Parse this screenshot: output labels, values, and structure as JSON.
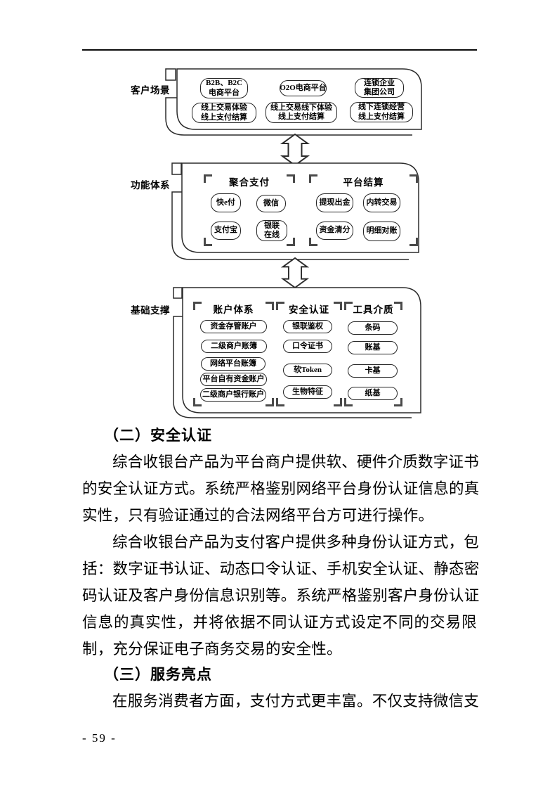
{
  "diagram": {
    "scene": {
      "label": "客户场景",
      "row1": [
        {
          "l1": "B2B、B2C",
          "l2": "电商平台"
        },
        {
          "l1": "O2O电商平台"
        },
        {
          "l1": "连锁企业",
          "l2": "集团公司"
        }
      ],
      "row2": [
        {
          "l1": "线上交易体验",
          "l2": "线上支付结算"
        },
        {
          "l1": "线上交易线下体验",
          "l2": "线上支付结算"
        },
        {
          "l1": "线下连锁经营",
          "l2": "线上支付结算"
        }
      ]
    },
    "function": {
      "label": "功能体系",
      "groups": [
        {
          "title": "聚合支付",
          "items": [
            {
              "l1": "快e付"
            },
            {
              "l1": "微信"
            },
            {
              "l1": "支付宝"
            },
            {
              "l1": "银联",
              "l2": "在线"
            }
          ]
        },
        {
          "title": "平台结算",
          "items": [
            {
              "l1": "提现出金"
            },
            {
              "l1": "内转交易"
            },
            {
              "l1": "资金清分"
            },
            {
              "l1": "明细对账"
            }
          ]
        }
      ]
    },
    "foundation": {
      "label": "基础支撑",
      "groups": [
        {
          "title": "账户体系",
          "items": [
            {
              "l1": "资金存管账户"
            },
            {
              "l1": "二级商户账簿"
            },
            {
              "l1": "网络平台账簿"
            },
            {
              "l1": "平台自有资金账户"
            },
            {
              "l1": "二级商户银行账户"
            }
          ]
        },
        {
          "title": "安全认证",
          "items": [
            {
              "l1": "银联鉴权"
            },
            {
              "l1": "口令证书"
            },
            {
              "l1": "软Token"
            },
            {
              "l1": "生物特征"
            }
          ]
        },
        {
          "title": "工具介质",
          "items": [
            {
              "l1": "条码"
            },
            {
              "l1": "账基"
            },
            {
              "l1": "卡基"
            },
            {
              "l1": "纸基"
            }
          ]
        }
      ]
    }
  },
  "content": {
    "heading2": "（二）安全认证",
    "p1": [
      "综合收银台产品为平台商户提供软、硬件介质数字证书",
      "的安全认证方式。系统严格鉴别网络平台身份认证信息的真",
      "实性，只有验证通过的合法网络平台方可进行操作。"
    ],
    "p2": [
      "综合收银台产品为支付客户提供多种身份认证方式，包",
      "括：数字证书认证、动态口令认证、手机安全认证、静态密",
      "码认证及客户身份信息识别等。系统严格鉴别客户身份认证",
      "信息的真实性，并将依据不同认证方式设定不同的交易限",
      "制，充分保证电子商务交易的安全性。"
    ],
    "heading3": "（三）服务亮点",
    "p3": [
      "在服务消费者方面，支付方式更丰富。不仅支持微信支"
    ],
    "page_number": "- 59 -"
  }
}
